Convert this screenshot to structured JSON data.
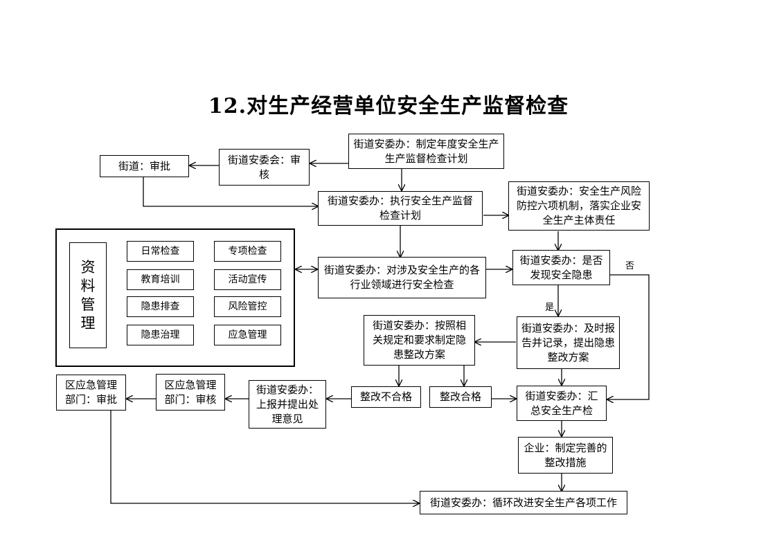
{
  "title": "12.对生产经营单位安全生产监督检查",
  "nodes": {
    "plan": "街道安委办：制定年度安全生产生产监督检查计划",
    "review_committee": "街道安委会：审核",
    "approve_street": "街道：审批",
    "execute": "街道安委办：执行安全生产监督检查计划",
    "six_mechanisms": "街道安委办：安全生产风险防控六项机制，落实企业安全生产主体责任",
    "records_title": "资料管理",
    "inspect": "街道安委办：对涉及安全生产的各行业领域进行安全检查",
    "hazard_found": "街道安委办：是否发现安全隐患",
    "report_plan": "街道安委办：及时报告并记录，提出隐患整改方案",
    "rectify_plan": "街道安委办：按照相关规定和要求制定隐患整改方案",
    "fail": "整改不合格",
    "pass": "整改合格",
    "summarize": "街道安委办：汇总安全生产检",
    "escalate": "街道安委办：上报并提出处理意见",
    "district_review": "区应急管理部门：审核",
    "district_approve": "区应急管理部门：审批",
    "enterprise": "企业：制定完善的整改措施",
    "improve": "街道安委办：循环改进安全生产各项工作"
  },
  "records": [
    "日常检查",
    "专项检查",
    "教育培训",
    "活动宣传",
    "隐患排查",
    "风险管控",
    "隐患治理",
    "应急管理"
  ],
  "labels": {
    "no": "否",
    "yes": "是"
  }
}
